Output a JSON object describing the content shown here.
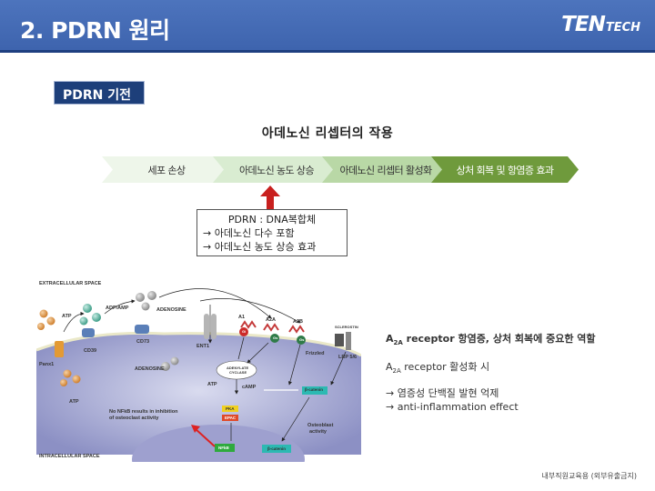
{
  "header": {
    "title": "2. PDRN 원리",
    "logo_main": "TEN",
    "logo_sub": "TECH"
  },
  "section_label": "PDRN 기전",
  "subtitle": "아데노신 리셉터의 작용",
  "process_steps": [
    {
      "label": "세포 손상",
      "color": "#eef6ea"
    },
    {
      "label": "아데노신 농도 상승",
      "color": "#d9ecd1"
    },
    {
      "label": "아데노신 리셉터 활성화",
      "color": "#b9d8a6"
    },
    {
      "label": "상처 회복 및 항염증 효과",
      "color": "#6f9a3c"
    }
  ],
  "note": {
    "line1": "PDRN : DNA복합체",
    "line2": "→ 아데노신 다수 포함",
    "line3": "→ 아데노신 농도 상승 효과"
  },
  "diagram": {
    "extracellular": "EXTRACELLULAR SPACE",
    "intracellular": "INTRACELLULAR SPACE",
    "atp_out": "ATP",
    "adp_amp": "ADP/AMP",
    "adenosine_top": "ADENOSINE",
    "cd39": "CD39",
    "cd73": "CD73",
    "panx1": "Panx1",
    "ent1": "ENT1",
    "a1": "A1",
    "a2a": "A2A",
    "a2b": "A2B",
    "sclerostin": "SCLEROSTIN",
    "frizzled": "Frizzled",
    "lrp": "LRP 5/6",
    "adenylate": "ADENYLATE",
    "cyclase": "CYCLASE",
    "adenosine_in": "ADENOSINE",
    "atp_in": "ATP",
    "atp_low": "ATP",
    "camp": "cAMP",
    "pka": "PKA",
    "epac": "EPAC",
    "bcatenin": "β-catenin",
    "bcatenin2": "β-catenin",
    "nfkb": "NFkB",
    "no_nfkb1": "No NFkB results in inhibition",
    "no_nfkb2": "of osteoclast activity",
    "osteoblast1": "Osteoblast",
    "osteoblast2": "activity",
    "gi": "Gi",
    "gs": "Gs",
    "gs2": "Gs"
  },
  "right_text": {
    "title_prefix": "A",
    "title_sub": "2A",
    "title_rest": " receptor 항염증, 상처 회복에 중요한 역할",
    "line1_prefix": "A",
    "line1_sub": "2A",
    "line1_rest": " receptor 활성화 시",
    "line2": "→ 염증성 단백질 발현 억제",
    "line3": "→ anti-inflammation effect"
  },
  "footer": "내부직원교육용 (외부유출금지)",
  "colors": {
    "header_blue": "#4268b1",
    "label_navy": "#1d3f7a",
    "arrow_red": "#c8201e",
    "dark_green": "#6f9a3c"
  }
}
